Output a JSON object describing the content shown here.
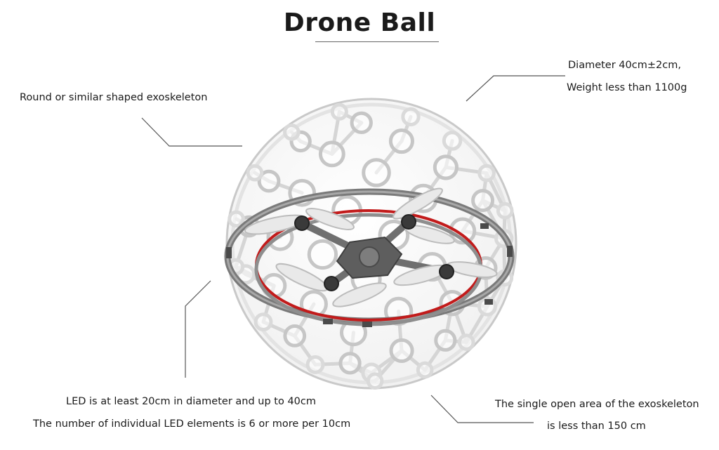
{
  "title": "Drone Ball",
  "callouts": {
    "exoskeleton": "Round or similar shaped exoskeleton",
    "size_line1": "Diameter 40cm±2cm,",
    "size_line2": "Weight less than 1100g",
    "led_line1": "LED is at least 20cm in diameter and up to 40cm",
    "led_line2": "The number of individual LED elements is 6 or more per 10cm",
    "open_area_line1": "The single open area of the exoskeleton",
    "open_area_line2": "is less than 150 cm"
  },
  "colors": {
    "cage": "#d9d9d9",
    "cage_edge": "#9a9a9a",
    "frame": "#707070",
    "led_ring": "#c21b1b",
    "motor": "#3a3a3a",
    "leader": "#555555"
  }
}
